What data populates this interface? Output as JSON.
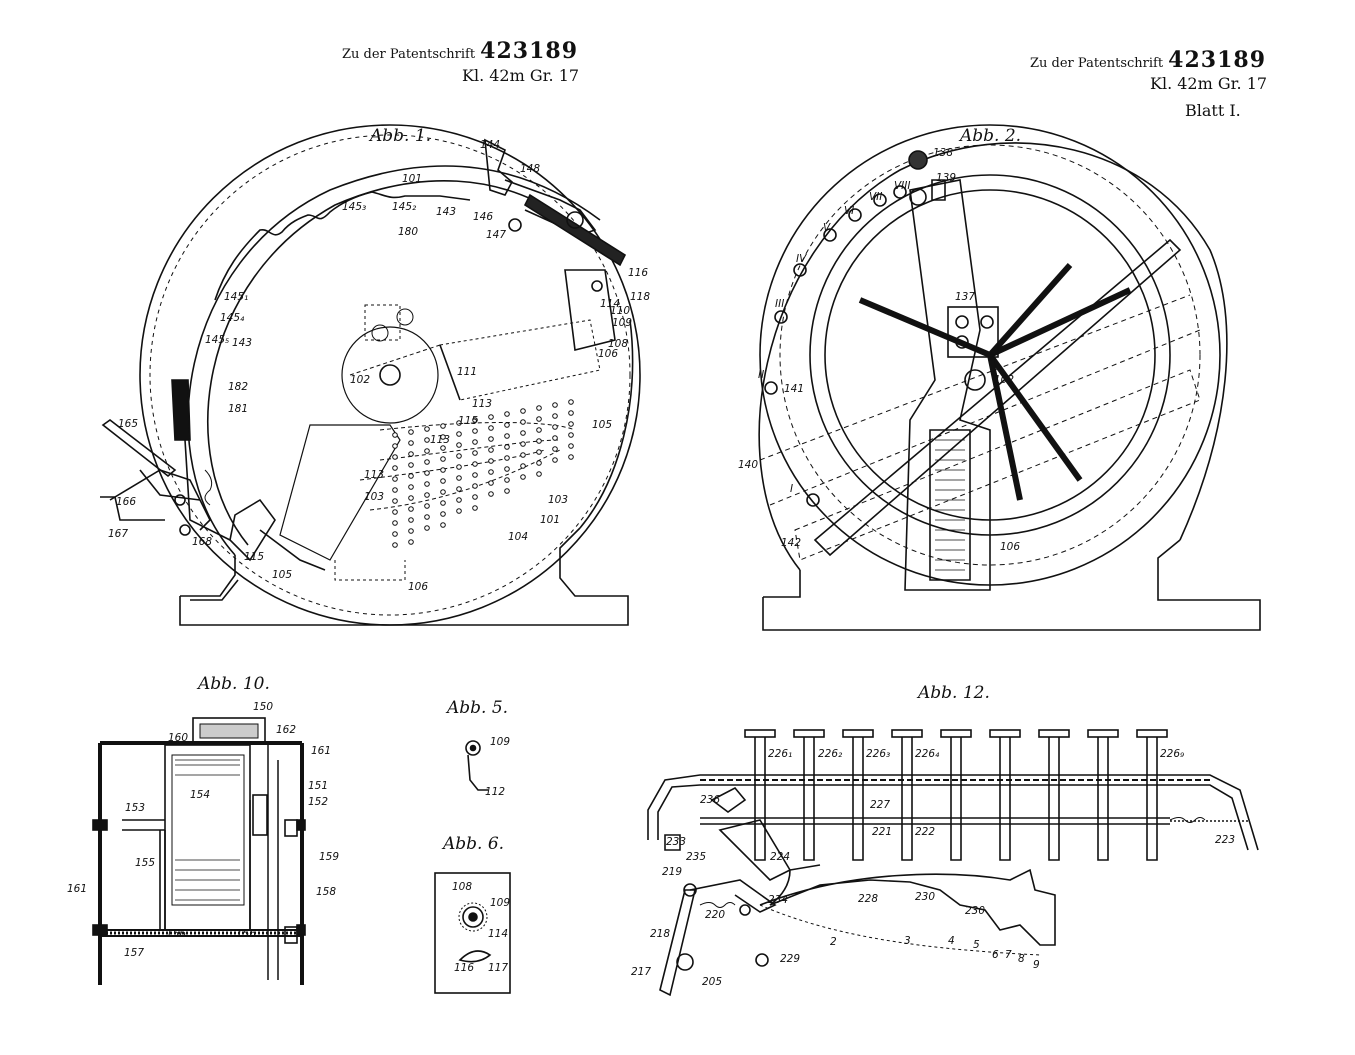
{
  "header_left": {
    "prefix": "Zu der Patentschrift",
    "number": "423189",
    "class_line": "Kl. 42m  Gr. 17"
  },
  "header_right": {
    "prefix": "Zu der Patentschrift",
    "number": "423189",
    "class_line": "Kl. 42m  Gr. 17",
    "sheet": "Blatt I."
  },
  "figures": {
    "abb1": {
      "title": "Abb. 1.",
      "labels": [
        "144",
        "148",
        "101",
        "145₃",
        "145₂",
        "143",
        "146",
        "147",
        "180",
        "116",
        "118",
        "114",
        "110",
        "109",
        "106",
        "108",
        "145₁",
        "145₄",
        "145₅",
        "143",
        "102",
        "111",
        "182",
        "181",
        "113",
        "115",
        "105",
        "165",
        "113",
        "113",
        "166",
        "103",
        "103",
        "101",
        "167",
        "168",
        "104",
        "115",
        "105",
        "106"
      ]
    },
    "abb2": {
      "title": "Abb. 2.",
      "labels": [
        "138",
        "139",
        "VIII",
        "VII",
        "VI",
        "V",
        "IV",
        "III",
        "II",
        "I",
        "137",
        "102",
        "141",
        "140",
        "142",
        "106"
      ]
    },
    "abb10": {
      "title": "Abb. 10.",
      "labels": [
        "150",
        "160",
        "162",
        "161",
        "154",
        "151",
        "152",
        "153",
        "159",
        "155",
        "158",
        "161",
        "157",
        "156",
        "156"
      ]
    },
    "abb5": {
      "title": "Abb. 5.",
      "labels": [
        "109",
        "112"
      ]
    },
    "abb6": {
      "title": "Abb. 6.",
      "labels": [
        "108",
        "109",
        "114",
        "116",
        "117"
      ]
    },
    "abb12": {
      "title": "Abb. 12.",
      "labels": [
        "226₁",
        "226₂",
        "226₃",
        "226₄",
        "226₉",
        "236",
        "227",
        "221",
        "222",
        "233",
        "224",
        "223",
        "235",
        "219",
        "234",
        "228",
        "230",
        "230",
        "220",
        "218",
        "2",
        "3",
        "4",
        "5",
        "6",
        "7",
        "8",
        "9",
        "217",
        "205",
        "229"
      ]
    }
  }
}
